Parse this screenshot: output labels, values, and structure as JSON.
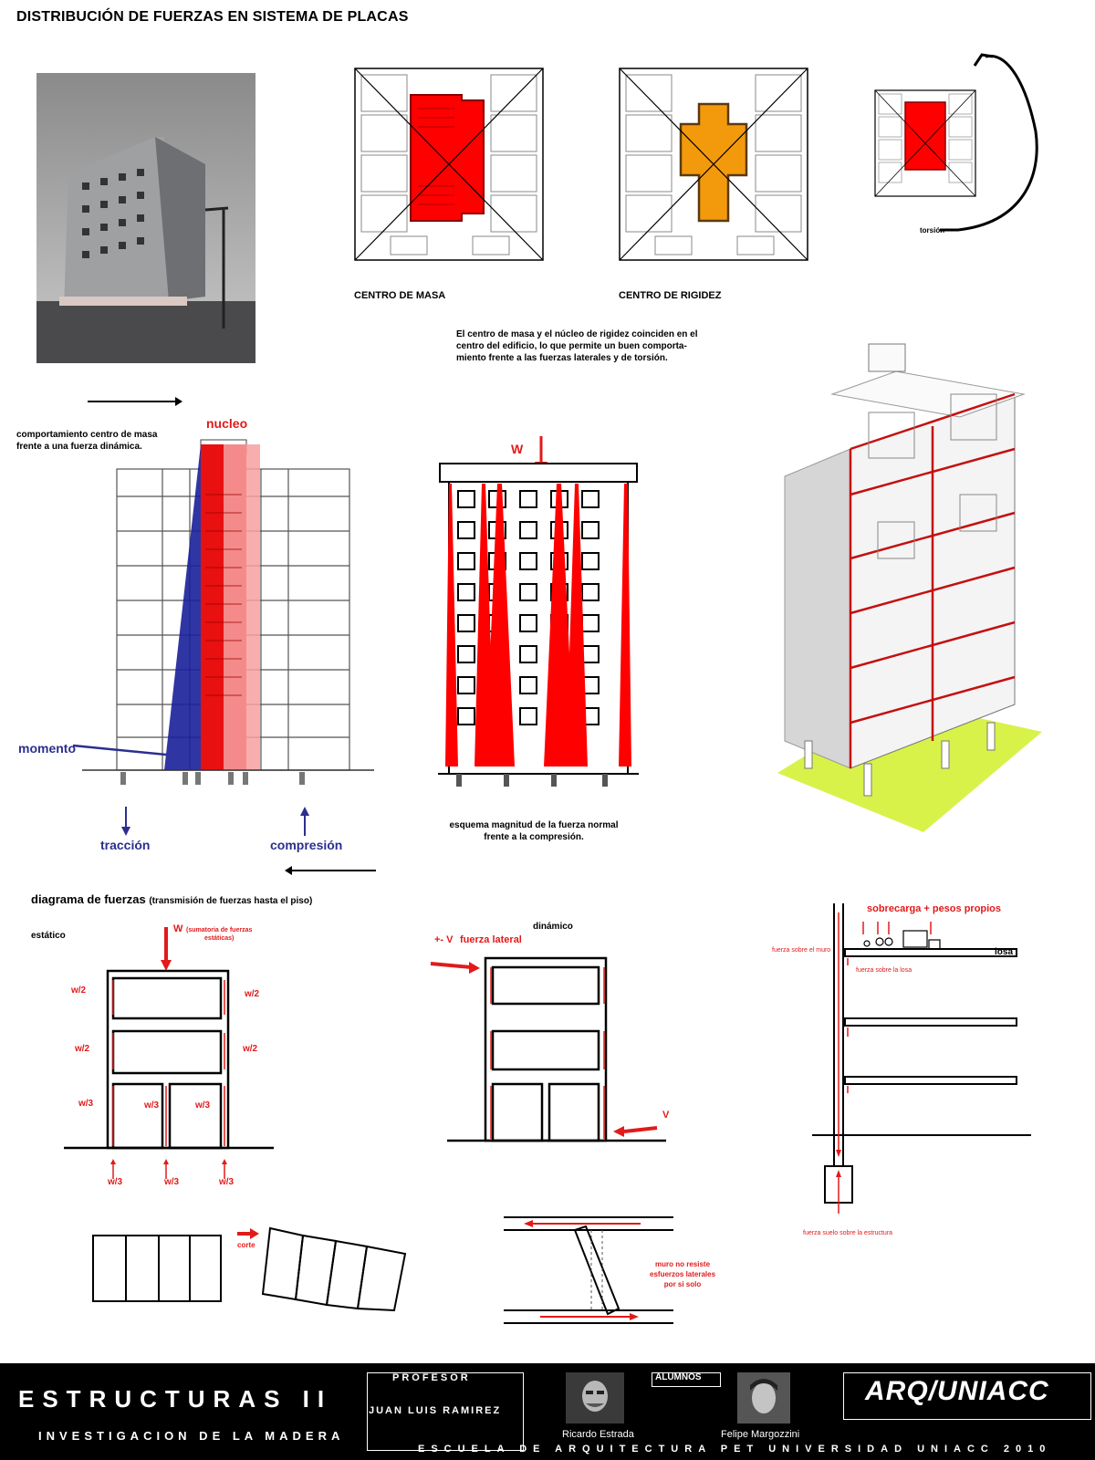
{
  "page": {
    "title": "DISTRIBUCIÓN DE FUERZAS EN SISTEMA DE PLACAS"
  },
  "plans": {
    "centro_masa": "CENTRO DE MASA",
    "centro_rigidez": "CENTRO DE RIGIDEZ",
    "torsion": "torsión",
    "description": "El centro de masa y el núcleo de rigidez coinciden en el centro del edificio, lo que permite un buen comporta-miento frente a las fuerzas laterales y de torsión.",
    "description_lines": [
      "El centro de masa y el núcleo de rigidez coinciden en el",
      "centro del edificio, lo que permite un buen comporta-",
      "miento frente a las fuerzas laterales y de torsión."
    ]
  },
  "section": {
    "caption_line1": "comportamiento centro de masa",
    "caption_line2": "frente a una fuerza dinámica.",
    "nucleo": "nucleo",
    "momento": "momento",
    "traccion": "tracción",
    "compresion": "compresión"
  },
  "elevation": {
    "w_label": "W",
    "caption_line1": "esquema magnitud de la fuerza normal",
    "caption_line2": "frente a la compresión."
  },
  "diagrams": {
    "heading": "diagrama de fuerzas",
    "heading_note": "(transmisión de fuerzas hasta el piso)",
    "estatico": "estático",
    "w_sum": "W",
    "w_sum_note_1": "(sumatoria de fuerzas",
    "w_sum_note_2": "estáticas)",
    "w2": "w/2",
    "w3": "w/3",
    "dinamico": "dinámico",
    "v_label": "+- V",
    "fuerza_lateral": "fuerza lateral",
    "v_right": "V",
    "sobrecarga": "sobrecarga + pesos propios",
    "losa": "losa",
    "fuerza_muro": "fuerza sobre el muro",
    "fuerza_losa": "fuerza sobre la losa",
    "fuerza_suelo": "fuerza suelo sobre la estructura",
    "corte": "corte",
    "muro_line1": "muro no resiste",
    "muro_line2": "esfuerzos laterales",
    "muro_line3": "por si solo"
  },
  "footer": {
    "course": "ESTRUCTURAS II",
    "subtitle": "INVESTIGACION DE LA MADERA",
    "profesor_label": "PROFESOR",
    "profesor_name": "JUAN LUIS RAMIREZ",
    "alumnos_label": "ALUMNOS",
    "student1": "Ricardo Estrada",
    "student2": "Felipe Margozzini",
    "logo": "ARQ/UNIACC",
    "school": "ESCUELA DE ARQUITECTURA PET UNIVERSIDAD UNIACC 2010"
  },
  "colors": {
    "accent_red": "#e21a1a",
    "accent_blue": "#2b2f8f",
    "orange": "#f39a0c",
    "lime": "#d8f24a"
  }
}
